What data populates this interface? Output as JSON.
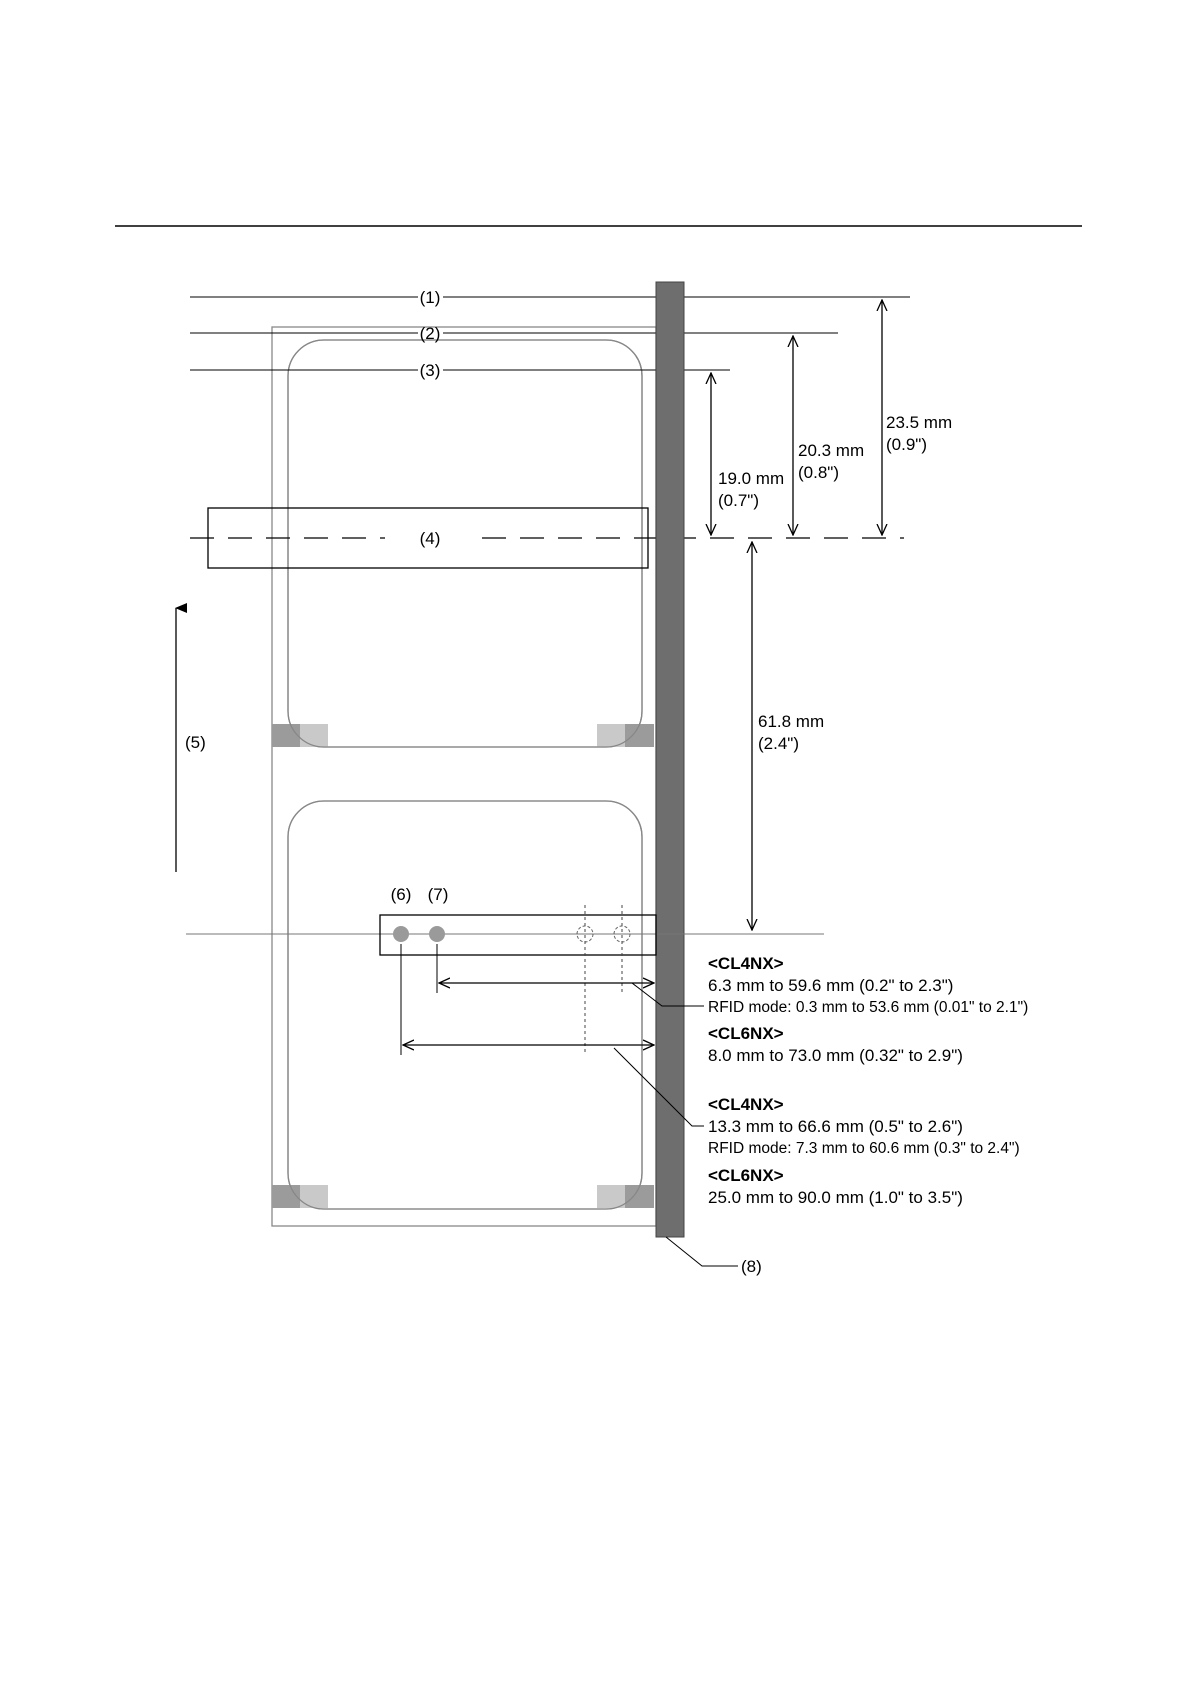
{
  "callouts": {
    "c1": "(1)",
    "c2": "(2)",
    "c3": "(3)",
    "c4": "(4)",
    "c5": "(5)",
    "c6": "(6)",
    "c7": "(7)",
    "c8": "(8)"
  },
  "dimensions": {
    "d235_mm": "23.5 mm",
    "d235_in": "(0.9\")",
    "d203_mm": "20.3 mm",
    "d203_in": "(0.8\")",
    "d190_mm": "19.0 mm",
    "d190_in": "(0.7\")",
    "d618_mm": "61.8 mm",
    "d618_in": "(2.4\")"
  },
  "sensor_ranges": {
    "group1": {
      "cl4nx_title": "<CL4NX>",
      "cl4nx_range": "6.3 mm to 59.6 mm (0.2\" to 2.3\")",
      "cl4nx_rfid": "RFID mode: 0.3 mm to 53.6 mm (0.01\" to 2.1\")",
      "cl6nx_title": "<CL6NX>",
      "cl6nx_range": "8.0 mm to 73.0 mm (0.32\" to 2.9\")"
    },
    "group2": {
      "cl4nx_title": "<CL4NX>",
      "cl4nx_range": "13.3 mm to 66.6 mm (0.5\" to 2.6\")",
      "cl4nx_rfid": "RFID mode: 7.3 mm to 60.6 mm (0.3\" to 2.4\")",
      "cl6nx_title": "<CL6NX>",
      "cl6nx_range": "25.0 mm to 90.0 mm (1.0\" to 3.5\")"
    }
  }
}
